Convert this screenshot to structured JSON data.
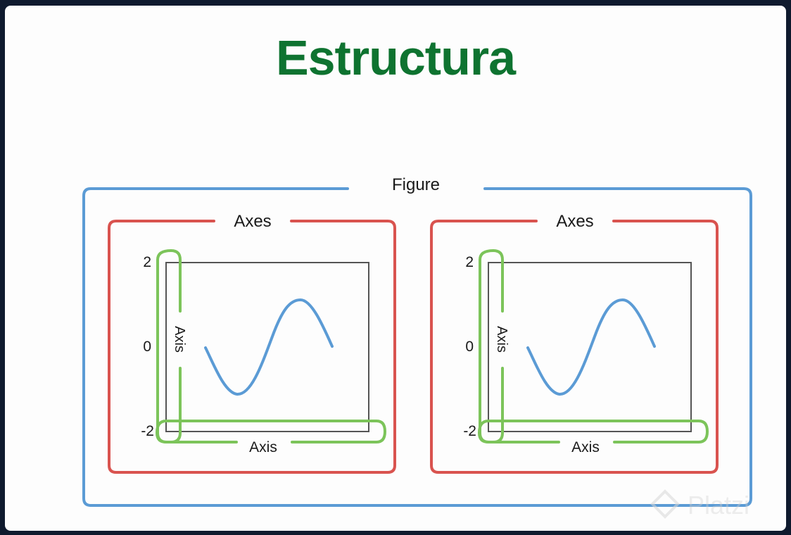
{
  "title": "Estructura",
  "figure": {
    "label": "Figure"
  },
  "panels": [
    {
      "axes_label": "Axes",
      "y_axis_label": "Axis",
      "x_axis_label": "Axis",
      "y_ticks": [
        "2",
        "0",
        "-2"
      ]
    },
    {
      "axes_label": "Axes",
      "y_axis_label": "Axis",
      "x_axis_label": "Axis",
      "y_ticks": [
        "2",
        "0",
        "-2"
      ]
    }
  ],
  "watermark": {
    "text": "Platzi"
  },
  "colors": {
    "title": "#0e7330",
    "figure_border": "#5b9bd5",
    "axes_border": "#d9534f",
    "axis_highlight": "#7cc45a",
    "curve": "#5b9bd5",
    "plot_frame": "#555555"
  }
}
